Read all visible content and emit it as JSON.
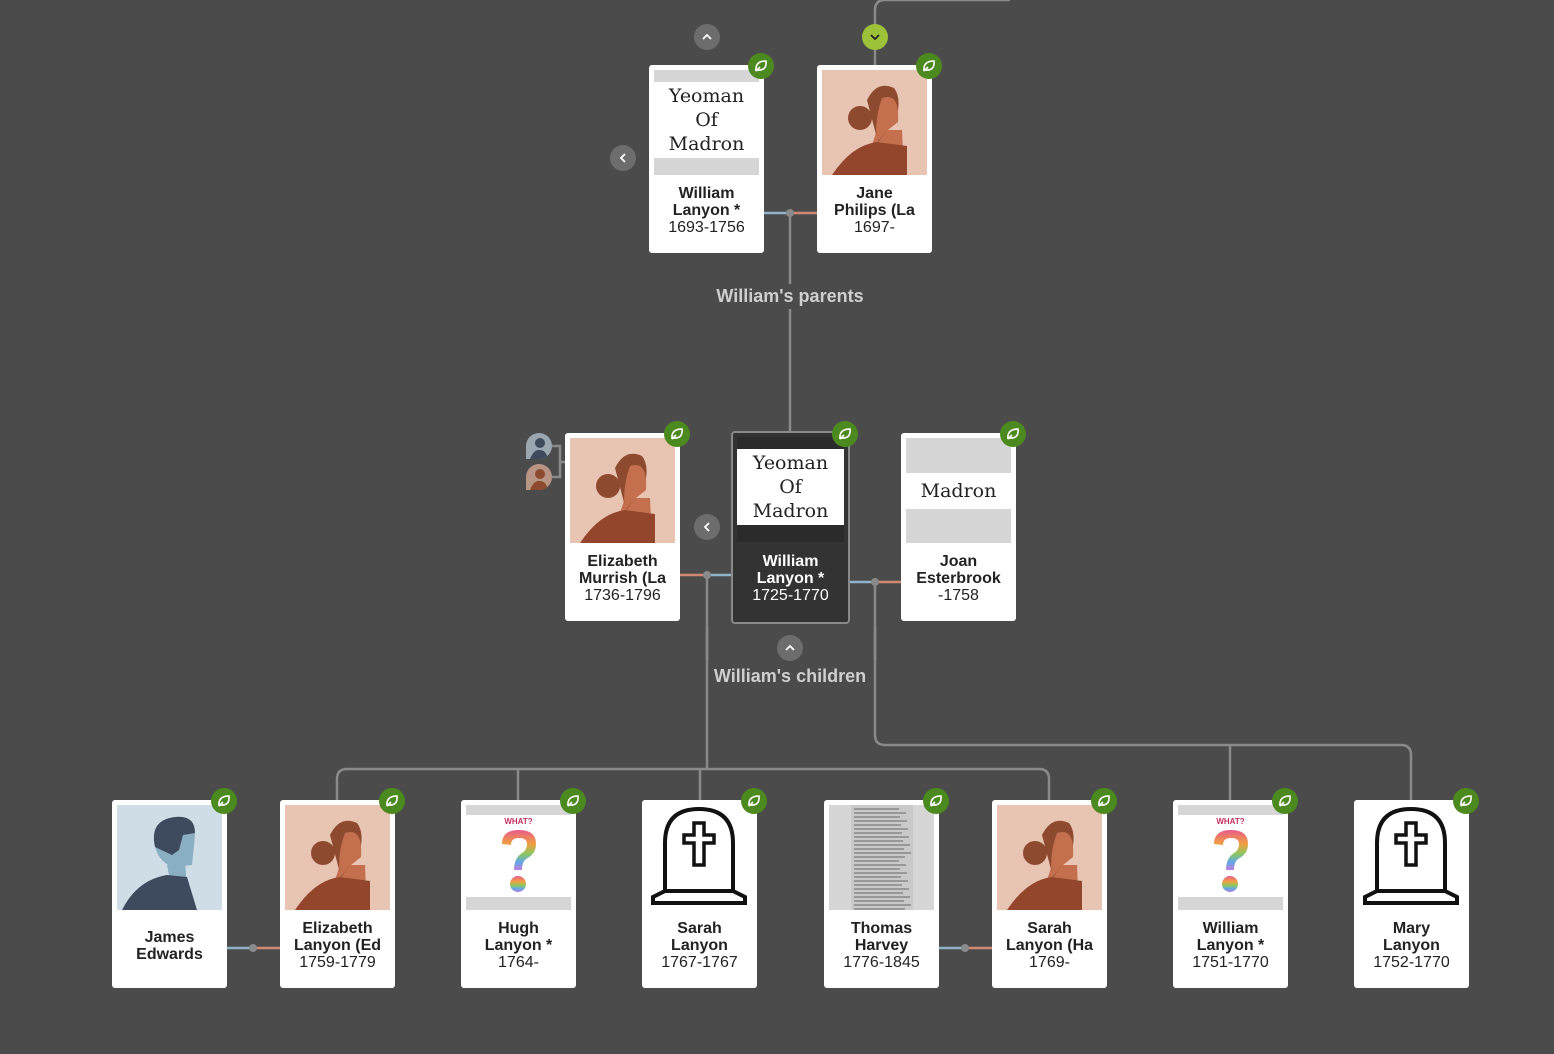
{
  "labels": {
    "parents": "William's parents",
    "children": "William's children"
  },
  "image_texts": {
    "yeoman": [
      "Yeoman",
      "Of",
      "Madron"
    ],
    "madron": "Madron"
  },
  "colors": {
    "background": "#4b4b4b",
    "badge": "#4c8a1f",
    "expand_active": "#9cc23a",
    "male_link": "#8fb3c9",
    "female_link": "#d08a70"
  },
  "people": [
    {
      "id": "william-sr",
      "name": [
        "William",
        "Lanyon *"
      ],
      "dates": "1693-1756",
      "image": "yeoman"
    },
    {
      "id": "jane",
      "name": [
        "Jane",
        "Philips (La"
      ],
      "dates": "1697-",
      "image": "female"
    },
    {
      "id": "elizabeth-murrish",
      "name": [
        "Elizabeth",
        "Murrish (La"
      ],
      "dates": "1736-1796",
      "image": "female"
    },
    {
      "id": "william-focus",
      "name": [
        "William",
        "Lanyon *"
      ],
      "dates": "1725-1770",
      "image": "yeoman",
      "focus": true
    },
    {
      "id": "joan",
      "name": [
        "Joan",
        "Esterbrook"
      ],
      "dates": "-1758",
      "image": "madron"
    },
    {
      "id": "james",
      "name": [
        "James",
        "Edwards"
      ],
      "dates": "",
      "image": "male"
    },
    {
      "id": "elizabeth-lanyon",
      "name": [
        "Elizabeth",
        "Lanyon (Ed"
      ],
      "dates": "1759-1779",
      "image": "female"
    },
    {
      "id": "hugh",
      "name": [
        "Hugh",
        "Lanyon *"
      ],
      "dates": "1764-",
      "image": "question"
    },
    {
      "id": "sarah",
      "name": [
        "Sarah",
        "Lanyon"
      ],
      "dates": "1767-1767",
      "image": "grave"
    },
    {
      "id": "thomas",
      "name": [
        "Thomas",
        "Harvey"
      ],
      "dates": "1776-1845",
      "image": "document"
    },
    {
      "id": "sarah-ha",
      "name": [
        "Sarah",
        "Lanyon (Ha"
      ],
      "dates": "1769-",
      "image": "female"
    },
    {
      "id": "william-jr",
      "name": [
        "William",
        "Lanyon *"
      ],
      "dates": "1751-1770",
      "image": "question"
    },
    {
      "id": "mary",
      "name": [
        "Mary",
        "Lanyon"
      ],
      "dates": "1752-1770",
      "image": "grave"
    }
  ],
  "question_text": "WHAT?"
}
